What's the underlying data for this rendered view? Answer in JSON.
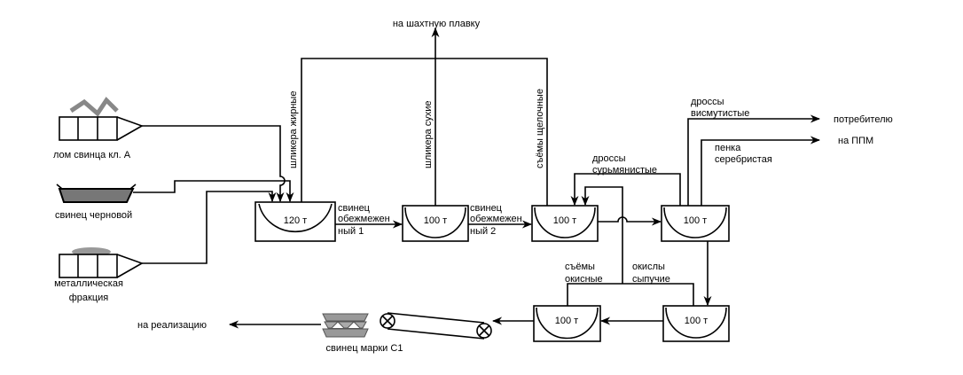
{
  "sources": {
    "scrap": "лом свинца кл. А",
    "crude": "свинец черновой",
    "metal_1": "металлическая",
    "metal_2": "фракция"
  },
  "kettles": {
    "k1": "120 т",
    "k2": "100 т",
    "k3": "100 т",
    "k4": "100 т",
    "k5": "100 т",
    "k6": "100 т"
  },
  "flows": {
    "shaft_smelting": "на шахтную плавку",
    "fat_slag": "шликера жирные",
    "dry_slag": "шликера сухие",
    "alkaline_skim": "съёмы щелочные",
    "softened1_a": "свинец",
    "softened1_b": "обежмежен",
    "softened1_c": "ный 1",
    "softened2_a": "свинец",
    "softened2_b": "обежмежен",
    "softened2_c": "ный 2",
    "antimony_dross_a": "дроссы",
    "antimony_dross_b": "сурьмянистые",
    "bismuth_dross_a": "дроссы",
    "bismuth_dross_b": "висмутистые",
    "to_consumer": "потребителю",
    "silver_foam_a": "пенка",
    "silver_foam_b": "серебристая",
    "to_ppm": "на ППМ",
    "oxide_skim_a": "съёмы",
    "oxide_skim_b": "окисные",
    "loose_oxides_a": "окислы",
    "loose_oxides_b": "сыпучие",
    "product": "свинец марки С1",
    "to_sale": "на реализацию"
  }
}
